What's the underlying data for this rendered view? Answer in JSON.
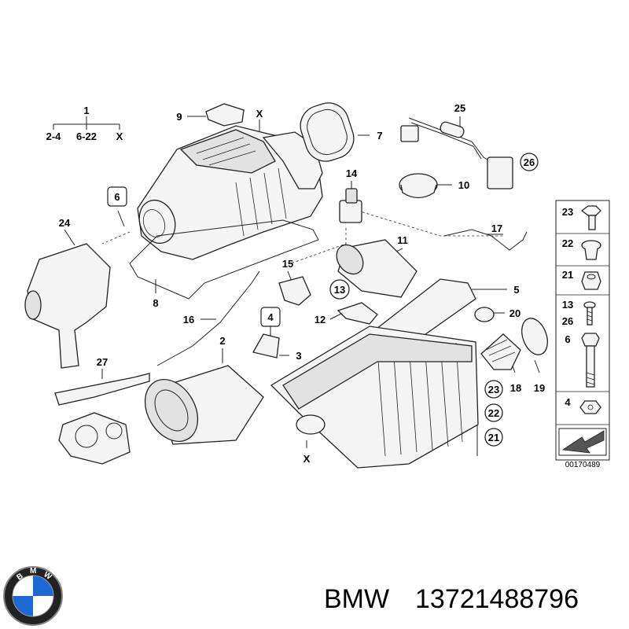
{
  "callouts": {
    "c1": "1",
    "c1_sub1": "2-4",
    "c1_sub2": "6-22",
    "c1_sub3": "X",
    "c2": "2",
    "c3": "3",
    "c4": "4",
    "c5": "5",
    "c6": "6",
    "c7": "7",
    "c8": "8",
    "c9": "9",
    "c10": "10",
    "c11": "11",
    "c12": "12",
    "c13": "13",
    "c14": "14",
    "c15": "15",
    "c16": "16",
    "c17": "17",
    "c18": "18",
    "c19": "19",
    "c20": "20",
    "c21": "21",
    "c22": "22",
    "c23": "23",
    "c24": "24",
    "c25": "25",
    "c26": "26",
    "c27": "27",
    "cx_top": "X",
    "cx_bottom": "X",
    "legend_21": "21",
    "legend_22": "22",
    "legend_23": "23"
  },
  "sidebar": {
    "items": [
      {
        "num": "23",
        "icon": "hex-bolt-icon"
      },
      {
        "num": "22",
        "icon": "grommet-icon"
      },
      {
        "num": "21",
        "icon": "nut-icon"
      },
      {
        "num": "13",
        "icon": "screw-icon"
      },
      {
        "num": "26",
        "icon": "screw-icon"
      },
      {
        "num": "6",
        "icon": "long-bolt-icon"
      },
      {
        "num": "4",
        "icon": "clip-screw-icon"
      }
    ],
    "diagram_number": "00170489"
  },
  "footer": {
    "brand": "BMW",
    "part_number": "13721488796",
    "logo_icon": "bmw-roundel-logo-icon"
  },
  "colors": {
    "line": "#222222",
    "fill": "#f4f4f4",
    "logo_blue": "#1c69d4"
  }
}
